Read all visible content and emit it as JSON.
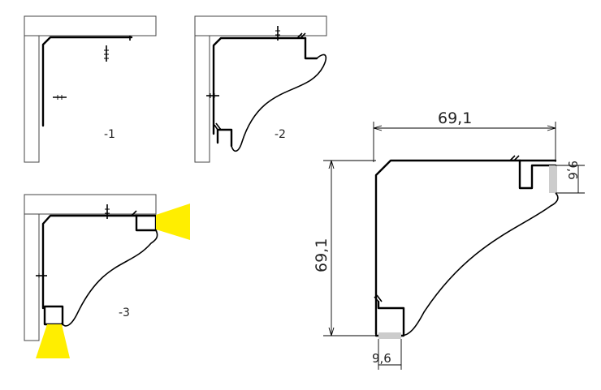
{
  "colors": {
    "light_beam": "#ffee00",
    "profile": "#000000",
    "wall": "#555555",
    "diffuser": "#cccccc"
  },
  "views": {
    "step1": {
      "label": "-1"
    },
    "step2": {
      "label": "-2"
    },
    "step3": {
      "label": "-3"
    }
  },
  "dimensions": {
    "width": "69,1",
    "height": "69,1",
    "channel_width": "9,6",
    "channel_height": "9,6"
  }
}
